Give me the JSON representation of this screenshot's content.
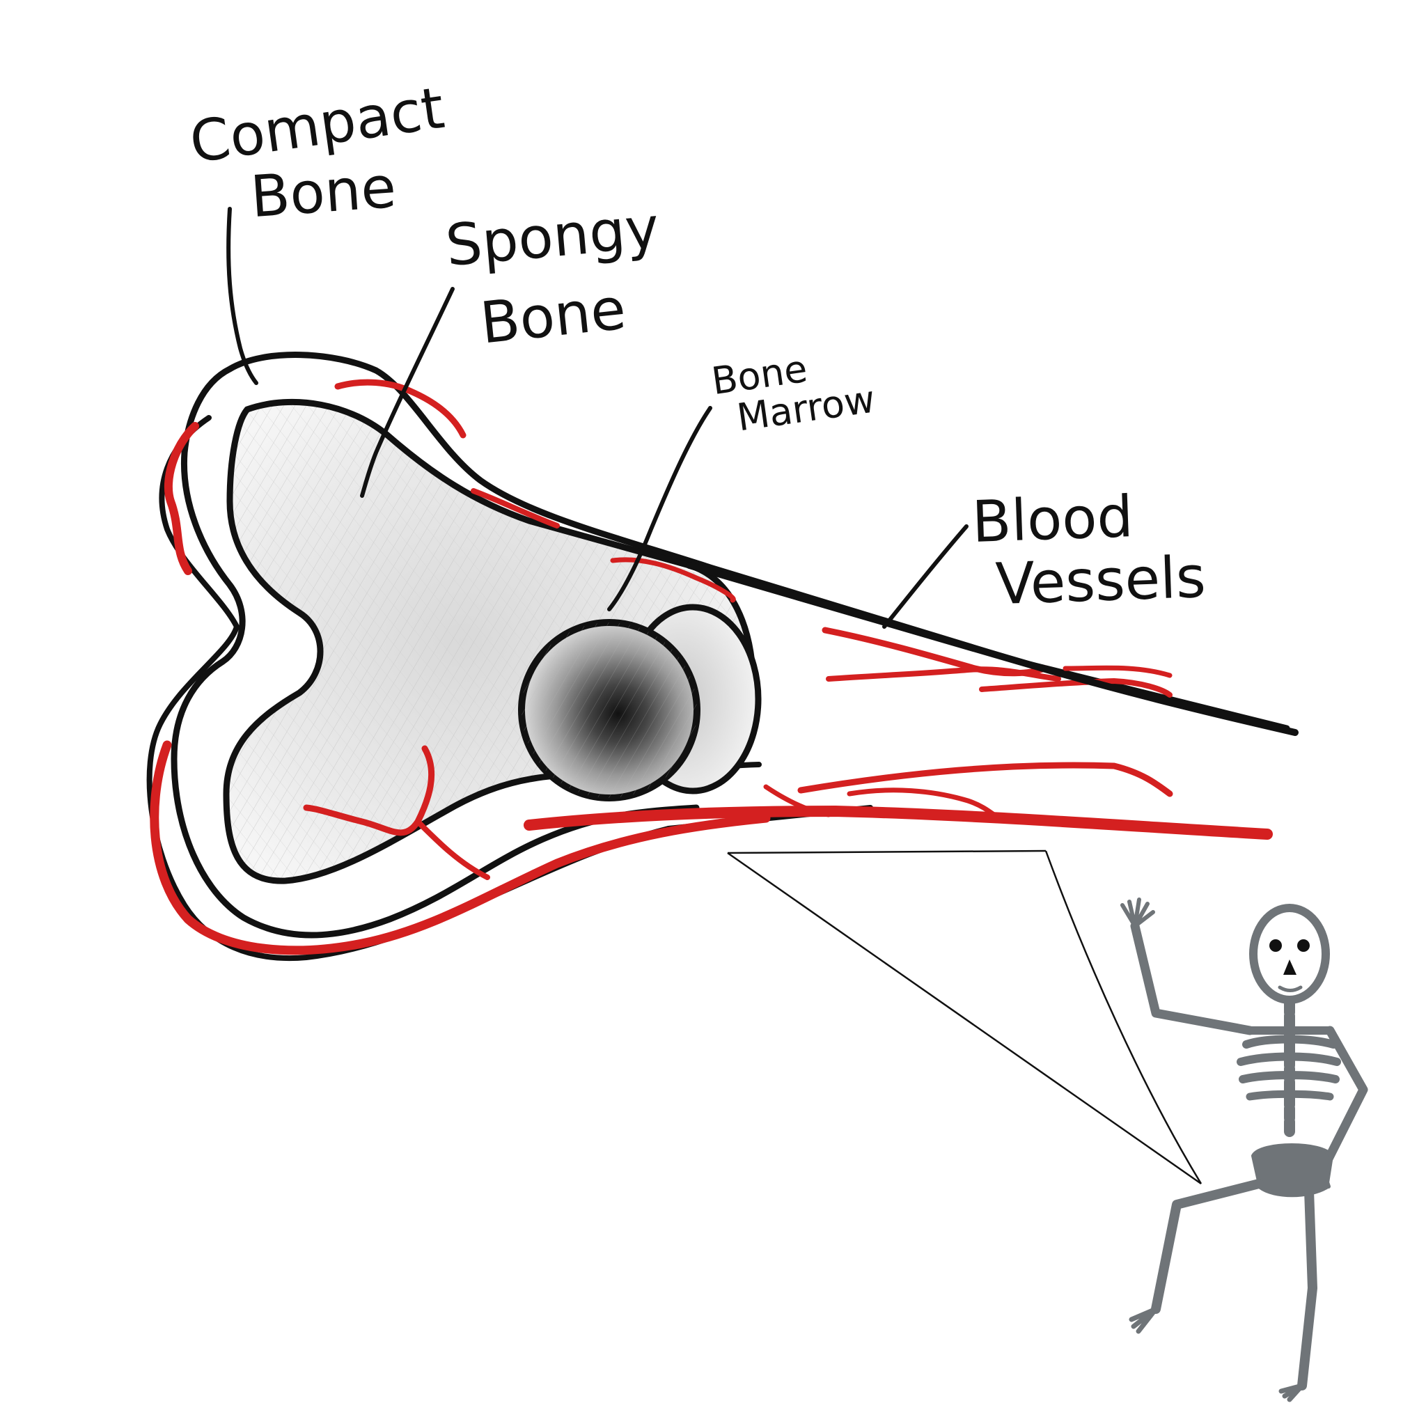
{
  "labels": {
    "compact_bone": {
      "line1": "Compact",
      "line2": "Bone"
    },
    "spongy_bone": {
      "line1": "Spongy",
      "line2": "Bone"
    },
    "bone_marrow": {
      "line1": "Bone",
      "line2": "Marrow"
    },
    "blood_vessels": {
      "line1": "Blood",
      "line2": "Vessels"
    }
  },
  "colors": {
    "outline": "#111111",
    "vessel": "#d42020",
    "skeleton": "#6f7478",
    "spongy_fill": "#e8e8e8",
    "marrow_dark": "#1a1a1a"
  },
  "icons": {
    "skeleton": "skeleton-figure-icon"
  }
}
